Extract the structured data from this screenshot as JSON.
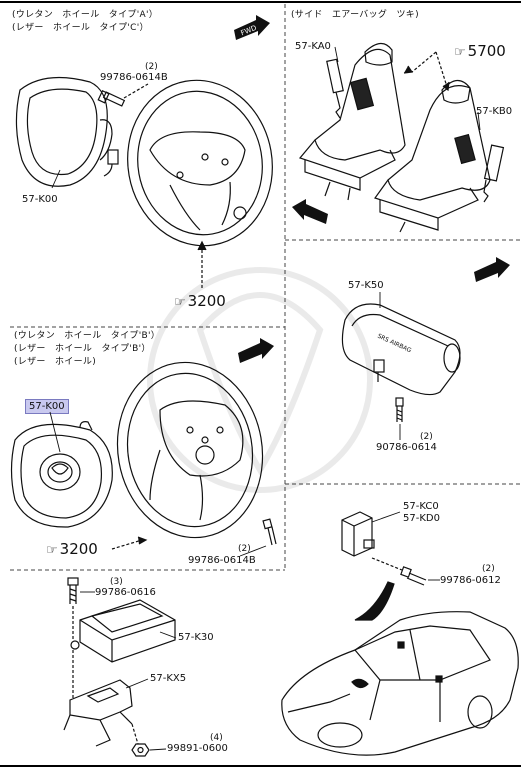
{
  "header_left": {
    "line1": "(ウレタン　ホイール　タイプ'A'）",
    "line2": "(レザー　ホイール　タイプ'C'）"
  },
  "header_right": "(サイド　エアーバッグ　ツキ)",
  "header_mid": {
    "line1": "(ウレタン　ホイール　タイプ'B'）",
    "line2": "(レザー　ホイール　タイプ'B'）",
    "line3": "(レザー　ホイール)"
  },
  "fwd_label": "FWD",
  "airbag_text": "SRS AIRBAG",
  "parts": {
    "p_57K00_a": "57-K00",
    "p_99786_0614B_a": "99786-0614B",
    "q_99786_0614B_a": "(2)",
    "ref_3200_a": "3200",
    "p_57KA0": "57-KA0",
    "ref_5700": "5700",
    "p_57KB0": "57-KB0",
    "p_57K50": "57-K50",
    "p_90786_0614": "90786-0614",
    "q_90786_0614": "(2)",
    "p_57K00_b": "57-K00",
    "ref_3200_b": "3200",
    "p_99786_0614B_b": "99786-0614B",
    "q_99786_0614B_b": "(2)",
    "p_57KC0": "57-KC0",
    "p_57KD0": "57-KD0",
    "p_99786_0612": "99786-0612",
    "q_99786_0612": "(2)",
    "p_99786_0616": "99786-0616",
    "q_99786_0616": "(3)",
    "p_57K30": "57-K30",
    "p_57KX5": "57-KX5",
    "p_99891_0600": "99891-0600",
    "q_99891_0600": "(4)"
  },
  "ref_hand_icon": "pointing-hand-icon",
  "highlight_color": "#c9c9ef"
}
